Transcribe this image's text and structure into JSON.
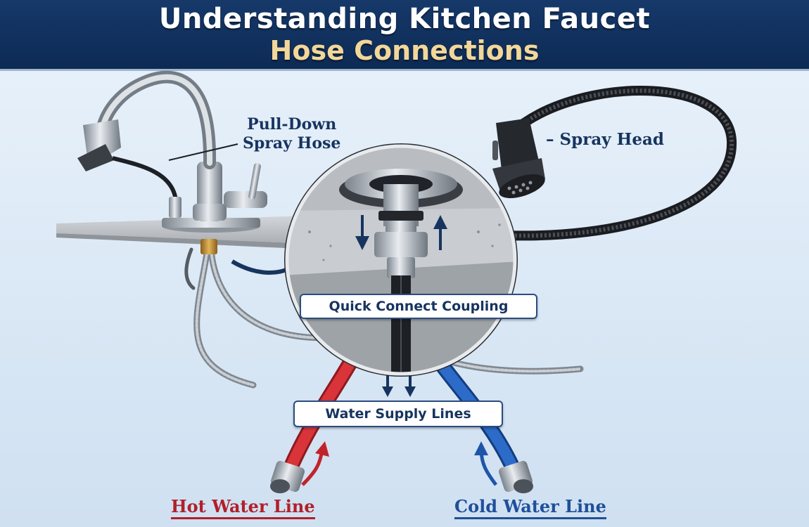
{
  "title": {
    "line1": "Understanding Kitchen Faucet",
    "line2": "Hose Connections"
  },
  "labels": {
    "pull_down_line1": "Pull-Down",
    "pull_down_line2": "Spray Hose",
    "spray_head": "– Spray Head",
    "quick_connect": "Quick Connect Coupling",
    "water_supply": "Water Supply Lines",
    "hot_water": "Hot Water Line",
    "cold_water": "Cold Water Line"
  },
  "colors": {
    "banner": "#0d2a54",
    "title_accent": "#f2d79a",
    "label_text": "#17345f",
    "hot_line": "#c0242a",
    "cold_line": "#1f55a8",
    "braided_steel": "#9aa3ad",
    "spray_hose": "#23262b"
  }
}
